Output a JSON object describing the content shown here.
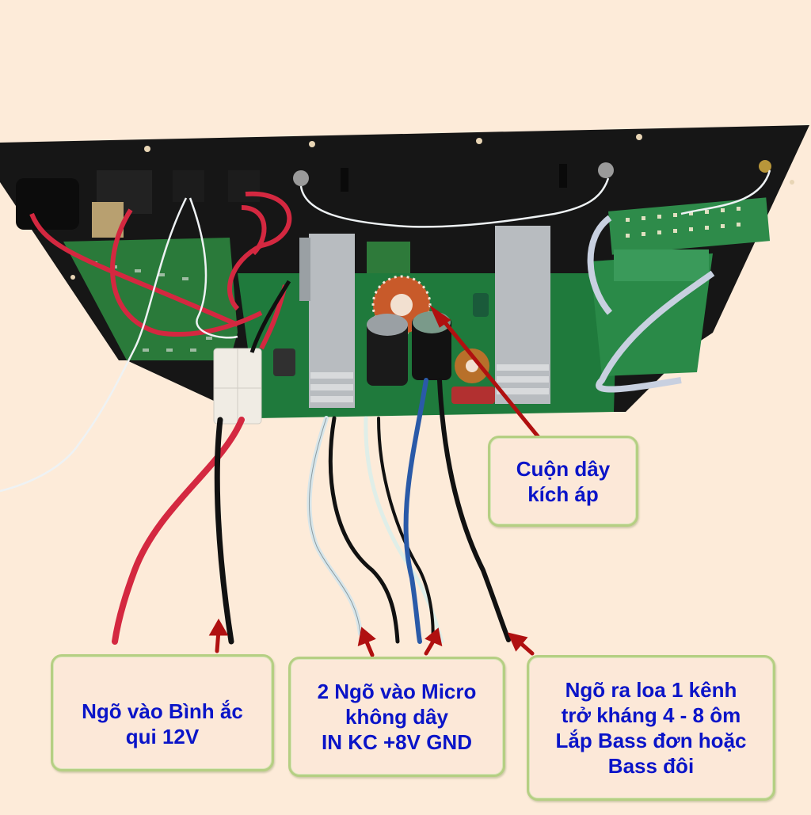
{
  "image": {
    "subject": "amplifier-board-photo",
    "background_color": "#fdebd9"
  },
  "callouts": {
    "coil": {
      "text": "Cuộn dây\nkích áp"
    },
    "battery": {
      "text": "Ngõ vào Bình ắc\nqui 12V"
    },
    "mic": {
      "text": "2 Ngõ vào Micro\nkhông dây\nIN KC +8V GND"
    },
    "speaker": {
      "text": "Ngõ ra loa 1 kênh\ntrở kháng 4 - 8 ôm\nLắp Bass đơn hoặc\nBass đôi"
    }
  },
  "colors": {
    "label_text": "#0a14c8",
    "callout_border": "#b5cf83",
    "arrow": "#b01010",
    "panel": "#141414",
    "pcb": "#1f7a3c"
  }
}
